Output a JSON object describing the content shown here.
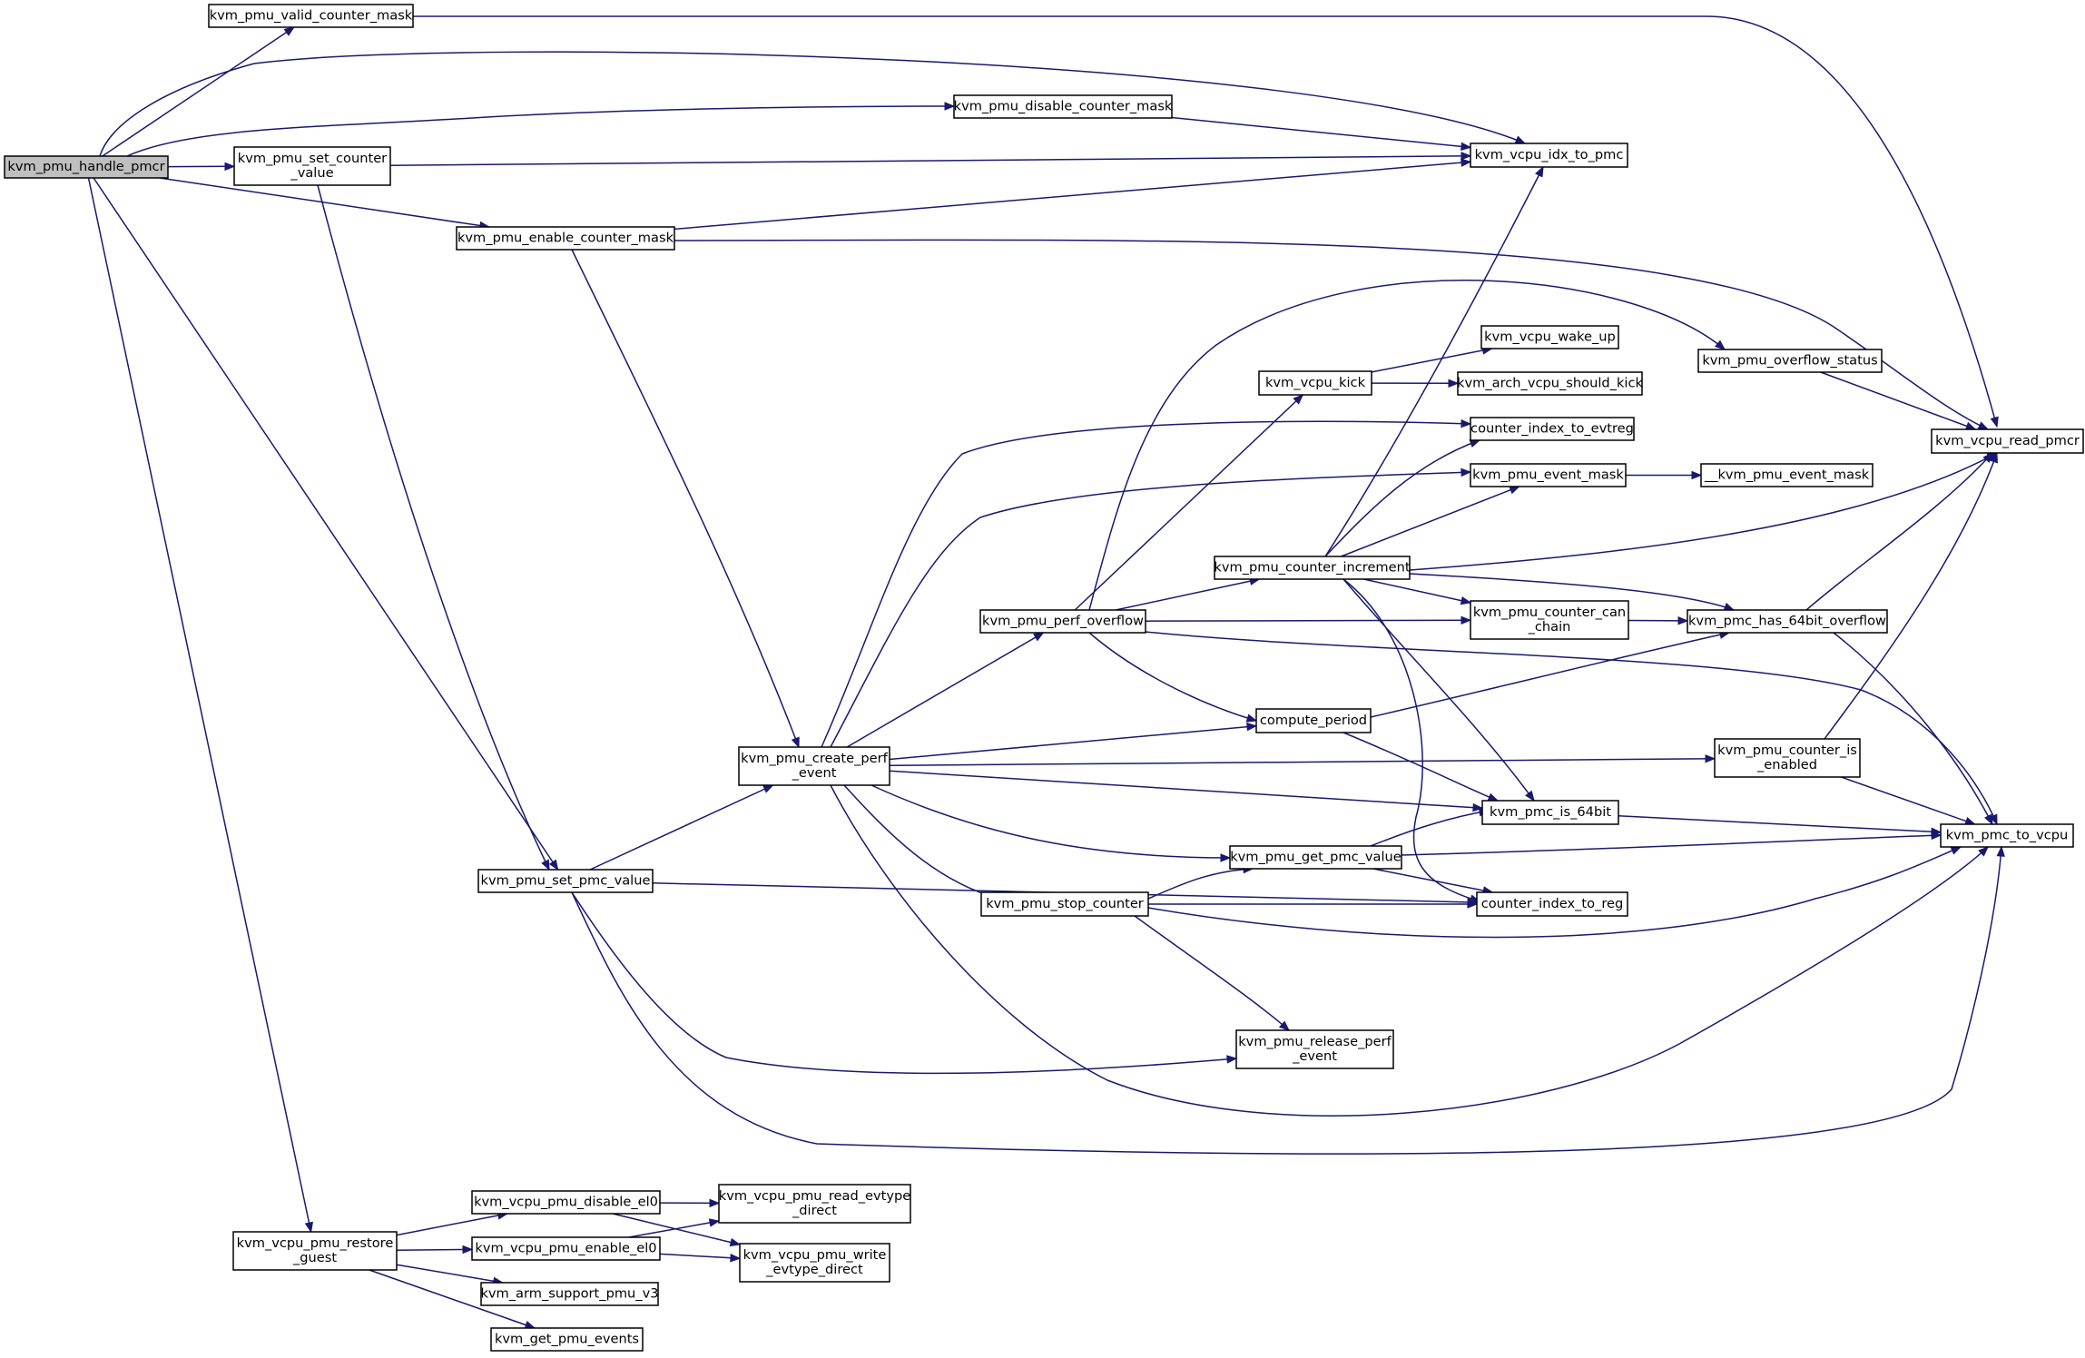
{
  "colors": {
    "edge": "#191970",
    "node_border": "#000000",
    "root_fill": "#bfbfbf",
    "node_fill": "#ffffff"
  },
  "nodes": {
    "handle_pmcr": [
      "kvm_pmu_handle_pmcr"
    ],
    "valid_counter_mask": [
      "kvm_pmu_valid_counter_mask"
    ],
    "disable_counter_mask": [
      "kvm_pmu_disable_counter_mask"
    ],
    "set_counter_value": [
      "kvm_pmu_set_counter",
      "_value"
    ],
    "enable_counter_mask": [
      "kvm_pmu_enable_counter_mask"
    ],
    "idx_to_pmc": [
      "kvm_vcpu_idx_to_pmc"
    ],
    "read_pmcr": [
      "kvm_vcpu_read_pmcr"
    ],
    "overflow_status": [
      "kvm_pmu_overflow_status"
    ],
    "vcpu_wake_up": [
      "kvm_vcpu_wake_up"
    ],
    "vcpu_kick": [
      "kvm_vcpu_kick"
    ],
    "arch_vcpu_should_kick": [
      "kvm_arch_vcpu_should_kick"
    ],
    "counter_index_to_evtreg": [
      "counter_index_to_evtreg"
    ],
    "pmu_event_mask": [
      "kvm_pmu_event_mask"
    ],
    "__pmu_event_mask": [
      "__kvm_pmu_event_mask"
    ],
    "counter_increment": [
      "kvm_pmu_counter_increment"
    ],
    "perf_overflow": [
      "kvm_pmu_perf_overflow"
    ],
    "counter_can_chain": [
      "kvm_pmu_counter_can",
      "_chain"
    ],
    "has_64bit_overflow": [
      "kvm_pmc_has_64bit_overflow"
    ],
    "compute_period": [
      "compute_period"
    ],
    "create_perf_event": [
      "kvm_pmu_create_perf",
      "_event"
    ],
    "counter_is_enabled": [
      "kvm_pmu_counter_is",
      "_enabled"
    ],
    "pmc_is_64bit": [
      "kvm_pmc_is_64bit"
    ],
    "pmc_to_vcpu": [
      "kvm_pmc_to_vcpu"
    ],
    "get_pmc_value": [
      "kvm_pmu_get_pmc_value"
    ],
    "set_pmc_value": [
      "kvm_pmu_set_pmc_value"
    ],
    "stop_counter": [
      "kvm_pmu_stop_counter"
    ],
    "counter_index_to_reg": [
      "counter_index_to_reg"
    ],
    "release_perf_event": [
      "kvm_pmu_release_perf",
      "_event"
    ],
    "restore_guest": [
      "kvm_vcpu_pmu_restore",
      "_guest"
    ],
    "disable_el0": [
      "kvm_vcpu_pmu_disable_el0"
    ],
    "enable_el0": [
      "kvm_vcpu_pmu_enable_el0"
    ],
    "read_evtype_direct": [
      "kvm_vcpu_pmu_read_evtype",
      "_direct"
    ],
    "write_evtype_direct": [
      "kvm_vcpu_pmu_write",
      "_evtype_direct"
    ],
    "arm_support_pmu_v3": [
      "kvm_arm_support_pmu_v3"
    ],
    "get_pmu_events": [
      "kvm_get_pmu_events"
    ]
  },
  "edges": [
    [
      "handle_pmcr",
      "valid_counter_mask"
    ],
    [
      "handle_pmcr",
      "idx_to_pmc"
    ],
    [
      "handle_pmcr",
      "disable_counter_mask"
    ],
    [
      "handle_pmcr",
      "set_counter_value"
    ],
    [
      "handle_pmcr",
      "enable_counter_mask"
    ],
    [
      "handle_pmcr",
      "set_pmc_value"
    ],
    [
      "handle_pmcr",
      "restore_guest"
    ],
    [
      "valid_counter_mask",
      "read_pmcr"
    ],
    [
      "disable_counter_mask",
      "idx_to_pmc"
    ],
    [
      "set_counter_value",
      "idx_to_pmc"
    ],
    [
      "set_counter_value",
      "set_pmc_value"
    ],
    [
      "enable_counter_mask",
      "idx_to_pmc"
    ],
    [
      "enable_counter_mask",
      "read_pmcr"
    ],
    [
      "enable_counter_mask",
      "create_perf_event"
    ],
    [
      "set_pmc_value",
      "create_perf_event"
    ],
    [
      "set_pmc_value",
      "counter_index_to_reg"
    ],
    [
      "set_pmc_value",
      "release_perf_event"
    ],
    [
      "set_pmc_value",
      "pmc_to_vcpu"
    ],
    [
      "create_perf_event",
      "perf_overflow"
    ],
    [
      "create_perf_event",
      "counter_index_to_evtreg"
    ],
    [
      "create_perf_event",
      "pmu_event_mask"
    ],
    [
      "create_perf_event",
      "compute_period"
    ],
    [
      "create_perf_event",
      "counter_is_enabled"
    ],
    [
      "create_perf_event",
      "pmc_is_64bit"
    ],
    [
      "create_perf_event",
      "get_pmc_value"
    ],
    [
      "create_perf_event",
      "stop_counter"
    ],
    [
      "create_perf_event",
      "pmc_to_vcpu"
    ],
    [
      "perf_overflow",
      "overflow_status"
    ],
    [
      "perf_overflow",
      "vcpu_kick"
    ],
    [
      "perf_overflow",
      "counter_increment"
    ],
    [
      "perf_overflow",
      "counter_can_chain"
    ],
    [
      "perf_overflow",
      "compute_period"
    ],
    [
      "perf_overflow",
      "pmc_to_vcpu"
    ],
    [
      "vcpu_kick",
      "vcpu_wake_up"
    ],
    [
      "vcpu_kick",
      "arch_vcpu_should_kick"
    ],
    [
      "pmu_event_mask",
      "__pmu_event_mask"
    ],
    [
      "counter_increment",
      "idx_to_pmc"
    ],
    [
      "counter_increment",
      "counter_index_to_evtreg"
    ],
    [
      "counter_increment",
      "pmu_event_mask"
    ],
    [
      "counter_increment",
      "read_pmcr"
    ],
    [
      "counter_increment",
      "counter_can_chain"
    ],
    [
      "counter_increment",
      "has_64bit_overflow"
    ],
    [
      "counter_increment",
      "pmc_is_64bit"
    ],
    [
      "counter_increment",
      "counter_index_to_reg"
    ],
    [
      "overflow_status",
      "read_pmcr"
    ],
    [
      "counter_can_chain",
      "has_64bit_overflow"
    ],
    [
      "has_64bit_overflow",
      "read_pmcr"
    ],
    [
      "has_64bit_overflow",
      "pmc_to_vcpu"
    ],
    [
      "compute_period",
      "has_64bit_overflow"
    ],
    [
      "compute_period",
      "pmc_is_64bit"
    ],
    [
      "counter_is_enabled",
      "read_pmcr"
    ],
    [
      "counter_is_enabled",
      "pmc_to_vcpu"
    ],
    [
      "pmc_is_64bit",
      "pmc_to_vcpu"
    ],
    [
      "get_pmc_value",
      "pmc_is_64bit"
    ],
    [
      "get_pmc_value",
      "pmc_to_vcpu"
    ],
    [
      "get_pmc_value",
      "counter_index_to_reg"
    ],
    [
      "stop_counter",
      "get_pmc_value"
    ],
    [
      "stop_counter",
      "counter_index_to_reg"
    ],
    [
      "stop_counter",
      "pmc_to_vcpu"
    ],
    [
      "stop_counter",
      "release_perf_event"
    ],
    [
      "restore_guest",
      "disable_el0"
    ],
    [
      "restore_guest",
      "enable_el0"
    ],
    [
      "restore_guest",
      "arm_support_pmu_v3"
    ],
    [
      "restore_guest",
      "get_pmu_events"
    ],
    [
      "disable_el0",
      "read_evtype_direct"
    ],
    [
      "disable_el0",
      "write_evtype_direct"
    ],
    [
      "enable_el0",
      "read_evtype_direct"
    ],
    [
      "enable_el0",
      "write_evtype_direct"
    ]
  ]
}
